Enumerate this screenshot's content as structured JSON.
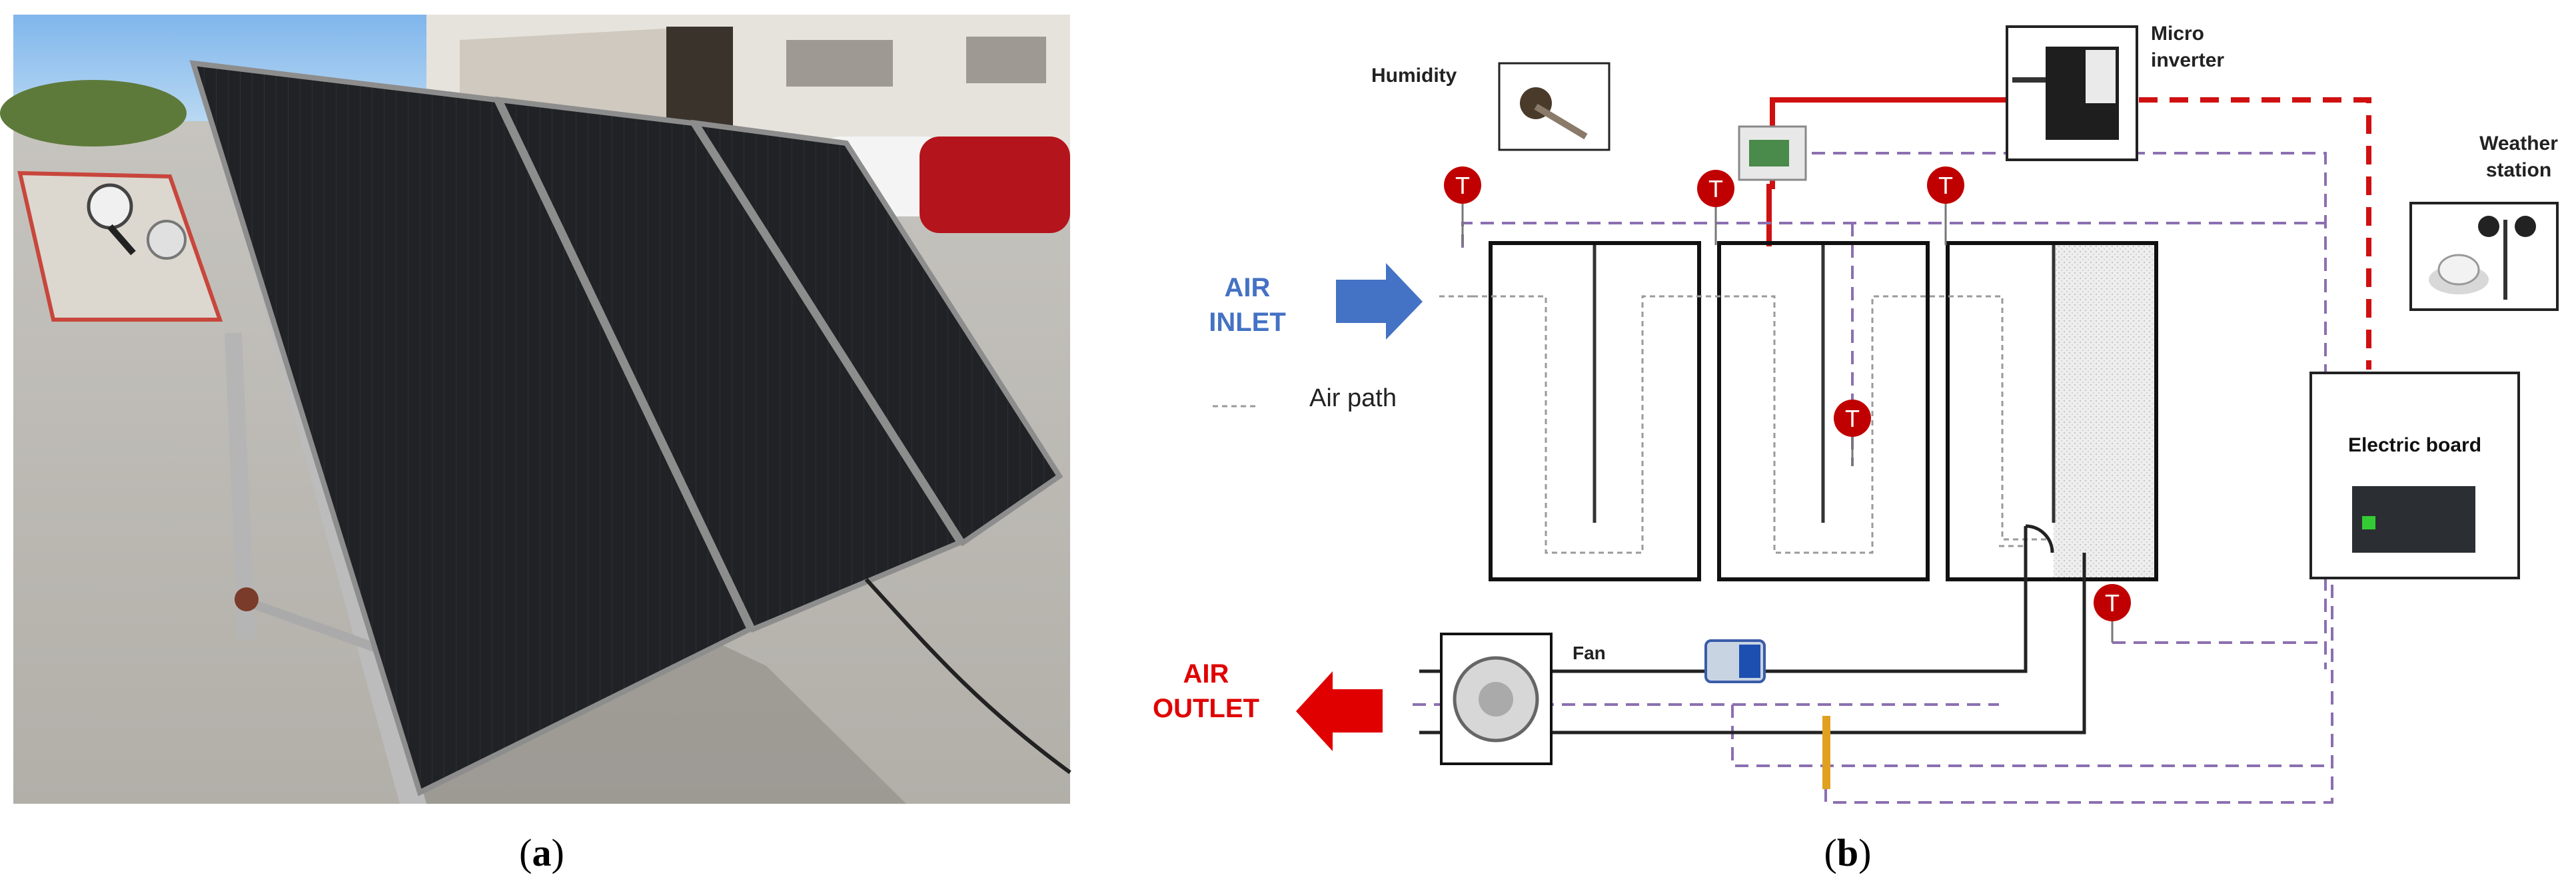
{
  "panel_a": {
    "caption_open": "(",
    "caption_letter": "a",
    "caption_close": ")"
  },
  "panel_b": {
    "caption_open": "(",
    "caption_letter": "b",
    "caption_close": ")",
    "labels": {
      "humidity": "Humidity",
      "micro_inverter_line1": "Micro",
      "micro_inverter_line2": "inverter",
      "weather_line1": "Weather",
      "weather_line2": "station",
      "air_inlet_line1": "AIR",
      "air_inlet_line2": "INLET",
      "air_path": "Air path",
      "electric_board": "Electric board",
      "fan": "Fan",
      "air_outlet_line1": "AIR",
      "air_outlet_line2": "OUTLET",
      "temp_sensor": "T"
    },
    "colors": {
      "inlet_text": "#4472c4",
      "inlet_arrow": "#4472c4",
      "outlet_text": "#e00000",
      "outlet_arrow": "#e00000",
      "power_line": "#d01010",
      "signal_line": "#8c6fb0",
      "air_path_line": "#a0a0a0",
      "sensor_fill": "#c00000"
    }
  }
}
